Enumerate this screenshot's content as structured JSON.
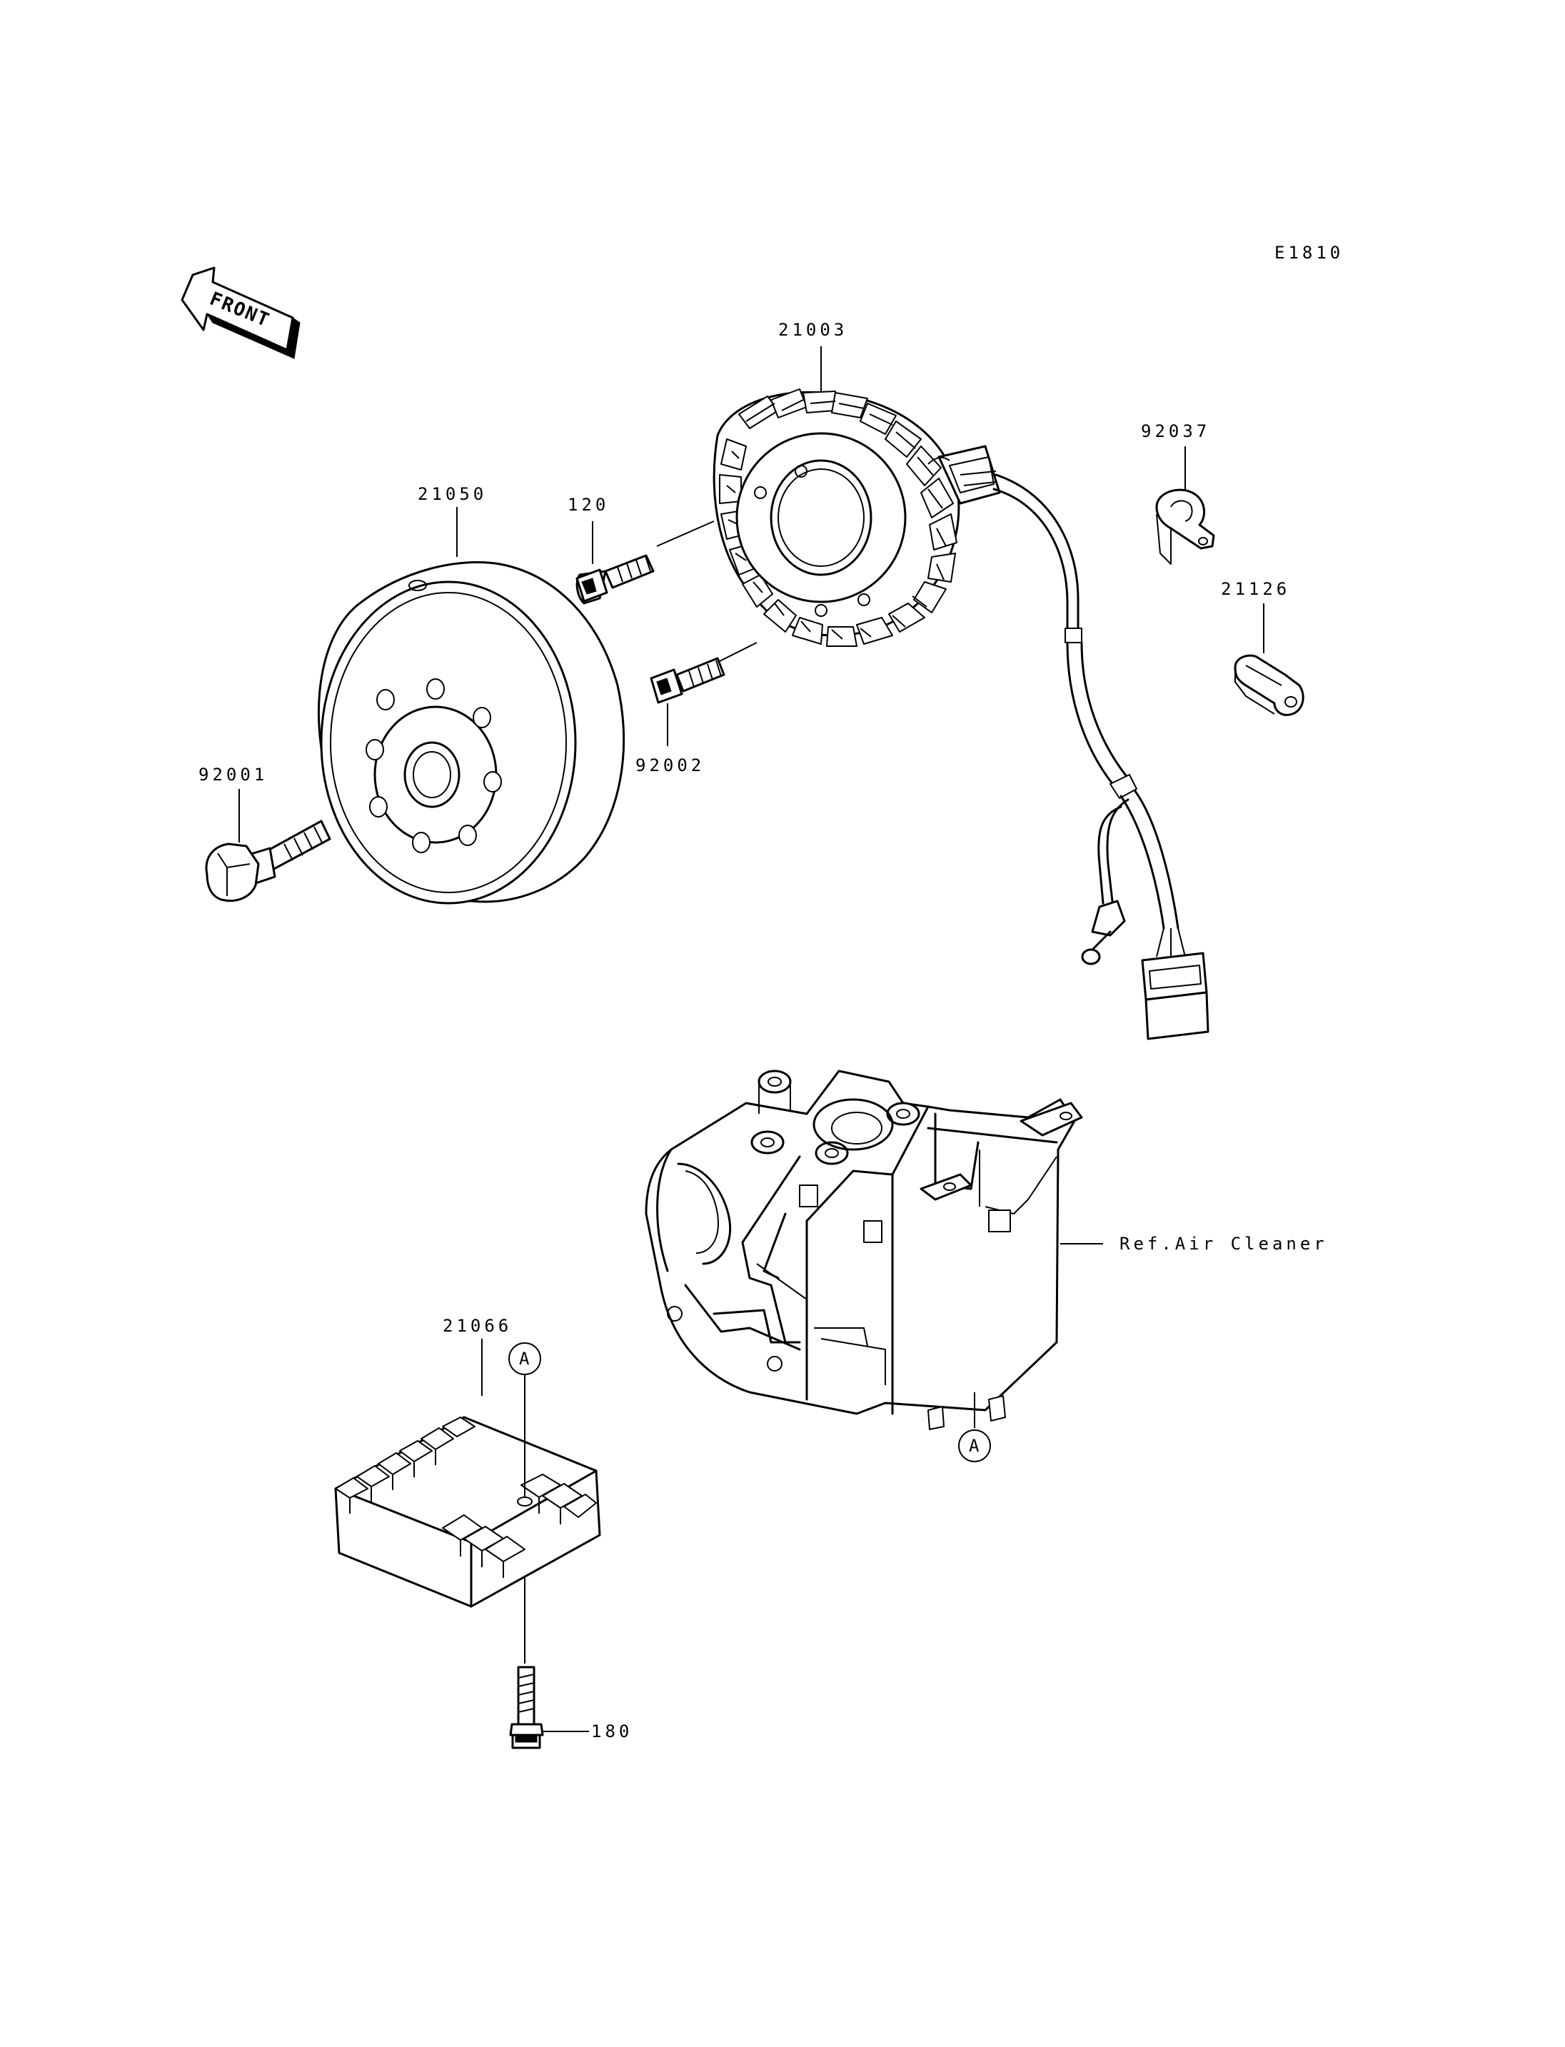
{
  "diagram_code": "E1810",
  "front_arrow_label": "FRONT",
  "reference_label": "Ref.Air Cleaner",
  "connector_marker": "A",
  "part_numbers": {
    "stator": "21003",
    "rotor": "21050",
    "rotor_bolt": "92001",
    "stator_screw": "120",
    "bolt_92002": "92002",
    "clamp_92037": "92037",
    "clamp_21126": "21126",
    "regulator": "21066",
    "regulator_bolt": "180"
  }
}
